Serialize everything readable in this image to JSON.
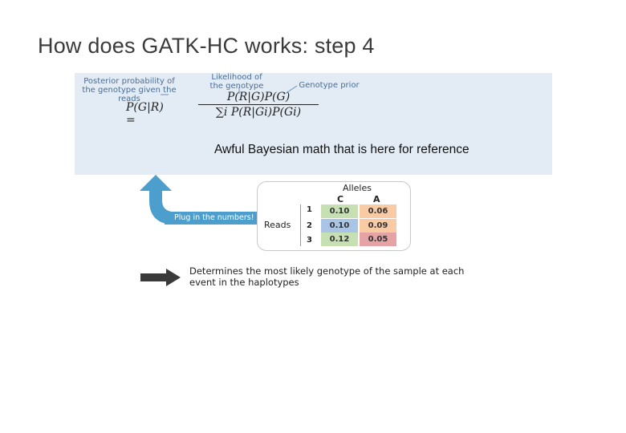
{
  "slide": {
    "title": "How does GATK-HC works: step 4",
    "label_posterior": "Posterior probability of the genotype given the reads",
    "label_likelihood": "Likelihood of the genotype",
    "label_prior": "Genotype prior",
    "formula_lhs": "P(G|R) =",
    "formula_num": "P(R|G)P(G)",
    "formula_den": "∑i P(R|Gi)P(Gi)",
    "note": "Awful Bayesian math that is here for reference",
    "plug_label": "Plug in the numbers!",
    "table": {
      "header": "Alleles",
      "columns": [
        "C",
        "A"
      ],
      "row_header": "Reads",
      "rows": [
        {
          "read": "1",
          "c": "0.10",
          "a": "0.06"
        },
        {
          "read": "2",
          "c": "0.10",
          "a": "0.09"
        },
        {
          "read": "3",
          "c": "0.12",
          "a": "0.05"
        }
      ]
    },
    "conclusion": "Determines the most likely genotype of the sample at each event in the haplotypes",
    "colors": {
      "panel": "#e3ecf5",
      "accent_blue": "#4c9fcc",
      "green": "#c6e0b4",
      "blue_cell": "#a9c4e4",
      "orange": "#f8cba5",
      "red_cell": "#e6a3a6",
      "dark_arrow": "#3a3a3a"
    }
  }
}
